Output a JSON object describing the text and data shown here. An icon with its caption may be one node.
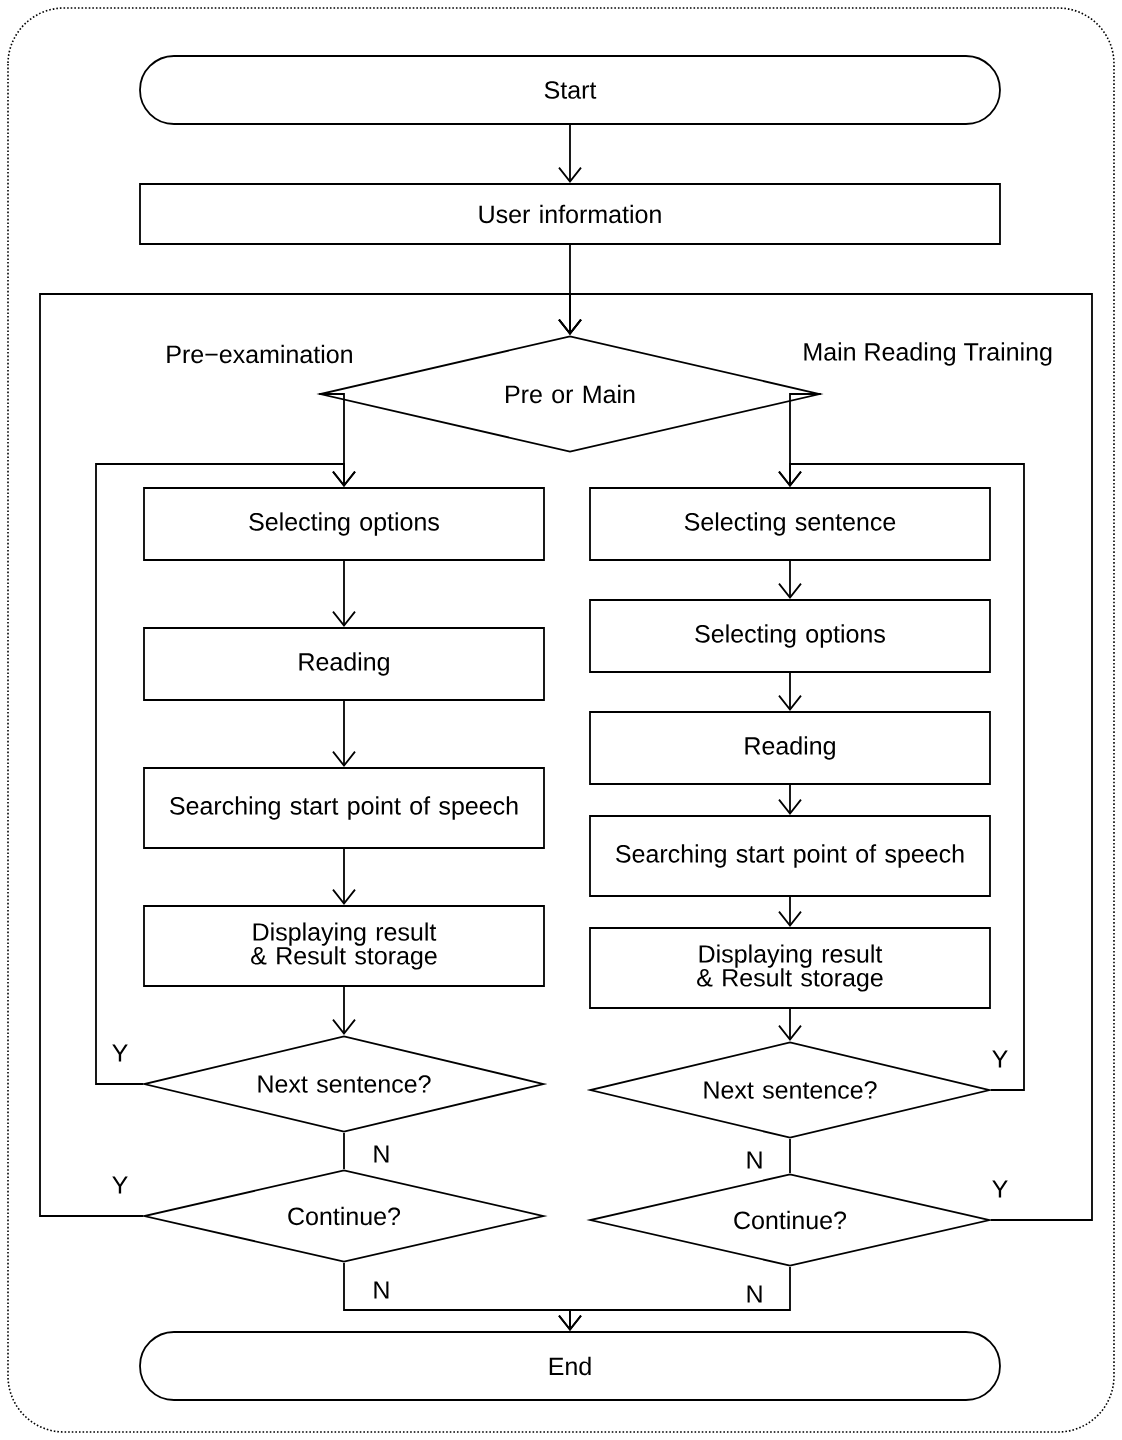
{
  "diagram": {
    "nodes": [
      {
        "text": [
          "Start"
        ]
      },
      {
        "text": [
          "User information"
        ]
      },
      {
        "text": [
          "Pre or Main"
        ]
      },
      {
        "text": [
          "Selecting options"
        ]
      },
      {
        "text": [
          "Reading"
        ]
      },
      {
        "text": [
          "Searching start point of speech"
        ]
      },
      {
        "text": [
          "Displaying result & Result storage"
        ]
      },
      {
        "text": [
          "Next sentence?"
        ]
      },
      {
        "text": [
          "Continue?"
        ]
      },
      {
        "text": [
          "Selecting sentence"
        ]
      },
      {
        "text": [
          "Selecting options"
        ]
      },
      {
        "text": [
          "Reading"
        ]
      },
      {
        "text": [
          "Searching start point of speech"
        ]
      },
      {
        "text": [
          "Displaying result & Result storage"
        ]
      },
      {
        "text": [
          "Next sentence?"
        ]
      },
      {
        "text": [
          "Continue?"
        ]
      },
      {
        "text": [
          "End"
        ]
      }
    ],
    "edges": [
      {
        "from": 0,
        "to": 1,
        "arrow": "to"
      },
      {
        "from": 1,
        "to": 2,
        "arrow": "to"
      },
      {
        "from": 2,
        "to": 3,
        "arrow": "to",
        "label": "Pre−examination"
      },
      {
        "from": 2,
        "to": 9,
        "arrow": "to",
        "label": "Main Reading Training"
      },
      {
        "from": 3,
        "to": 4,
        "arrow": "to"
      },
      {
        "from": 4,
        "to": 5,
        "arrow": "to"
      },
      {
        "from": 5,
        "to": 6,
        "arrow": "to"
      },
      {
        "from": 6,
        "to": 7,
        "arrow": "to"
      },
      {
        "from": 7,
        "to": 3,
        "arrow": "to",
        "label": "Y"
      },
      {
        "from": 7,
        "to": 8,
        "arrow": "none",
        "label": "N"
      },
      {
        "from": 8,
        "to": 2,
        "arrow": "to",
        "label": "Y"
      },
      {
        "from": 8,
        "to": 16,
        "arrow": "to",
        "label": "N"
      },
      {
        "from": 9,
        "to": 10,
        "arrow": "to"
      },
      {
        "from": 10,
        "to": 11,
        "arrow": "to"
      },
      {
        "from": 11,
        "to": 12,
        "arrow": "to"
      },
      {
        "from": 12,
        "to": 13,
        "arrow": "to"
      },
      {
        "from": 13,
        "to": 14,
        "arrow": "to"
      },
      {
        "from": 14,
        "to": 9,
        "arrow": "to",
        "label": "Y"
      },
      {
        "from": 14,
        "to": 15,
        "arrow": "none",
        "label": "N"
      },
      {
        "from": 15,
        "to": 2,
        "arrow": "to",
        "label": "Y"
      },
      {
        "from": 15,
        "to": 16,
        "arrow": "to",
        "label": "N"
      }
    ]
  }
}
